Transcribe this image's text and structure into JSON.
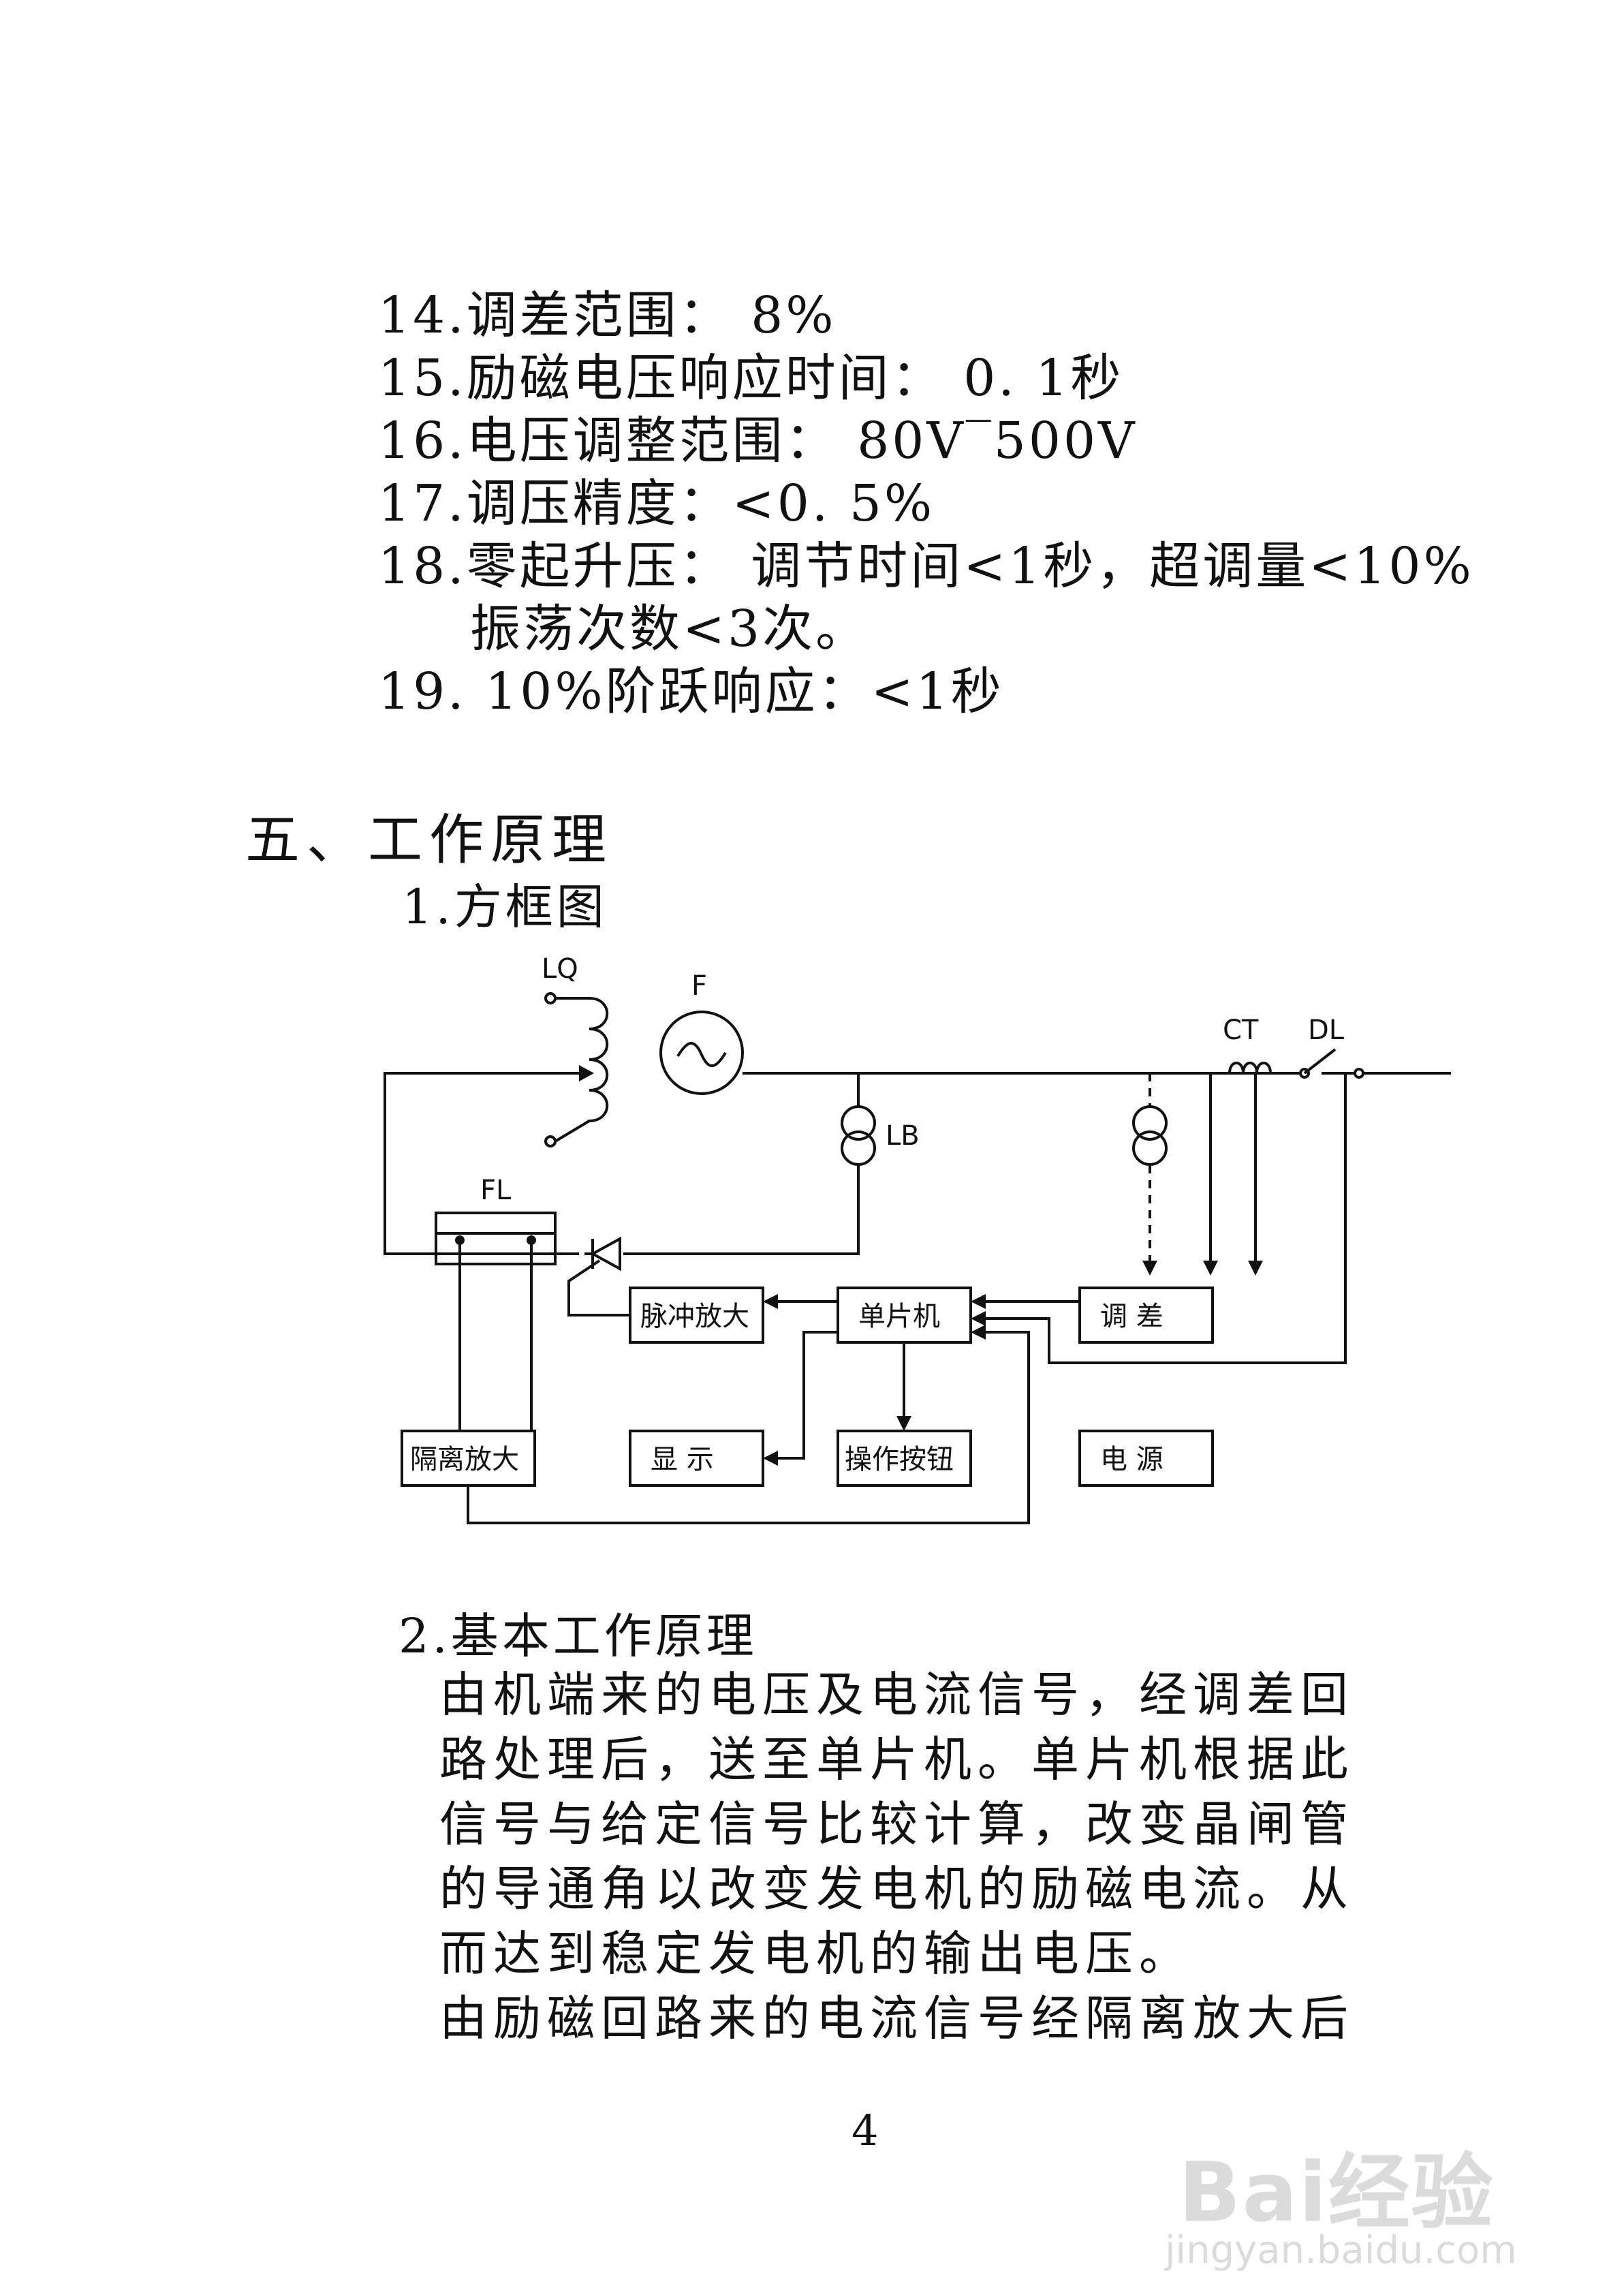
{
  "specs": [
    "14.调差范围： 8%",
    "15.励磁电压响应时间： 0. 1秒",
    "16.电压调整范围： 80V‾500V",
    "17.调压精度：<0. 5%",
    "18.零起升压： 调节时间<1秒，超调量<10%",
    "振荡次数<3次。",
    "19. 10%阶跃响应：<1秒"
  ],
  "section_heading": "五、工作原理",
  "sub1": "1.方框图",
  "diagram": {
    "labels": {
      "lq": "LQ",
      "f": "F",
      "ct": "CT",
      "dl": "DL",
      "lb": "LB",
      "fl": "FL"
    },
    "blocks": {
      "pulse_amp": "脉冲放大",
      "mcu": "单片机",
      "droop": "调  差",
      "isolation_amp": "隔离放大",
      "display": "显  示",
      "buttons": "操作按钮",
      "power": "电  源"
    }
  },
  "sub2": "2.基本工作原理",
  "paragraph_lines": [
    "由机端来的电压及电流信号，经调差回",
    "路处理后，送至单片机。单片机根据此",
    "信号与给定信号比较计算，改变晶闸管",
    "的导通角以改变发电机的励磁电流。从",
    "而达到稳定发电机的输出电压。",
    "由励磁回路来的电流信号经隔离放大后"
  ],
  "page_number": "4",
  "watermark": {
    "logo": "Bai经验",
    "url": "jingyan.baidu.com"
  }
}
